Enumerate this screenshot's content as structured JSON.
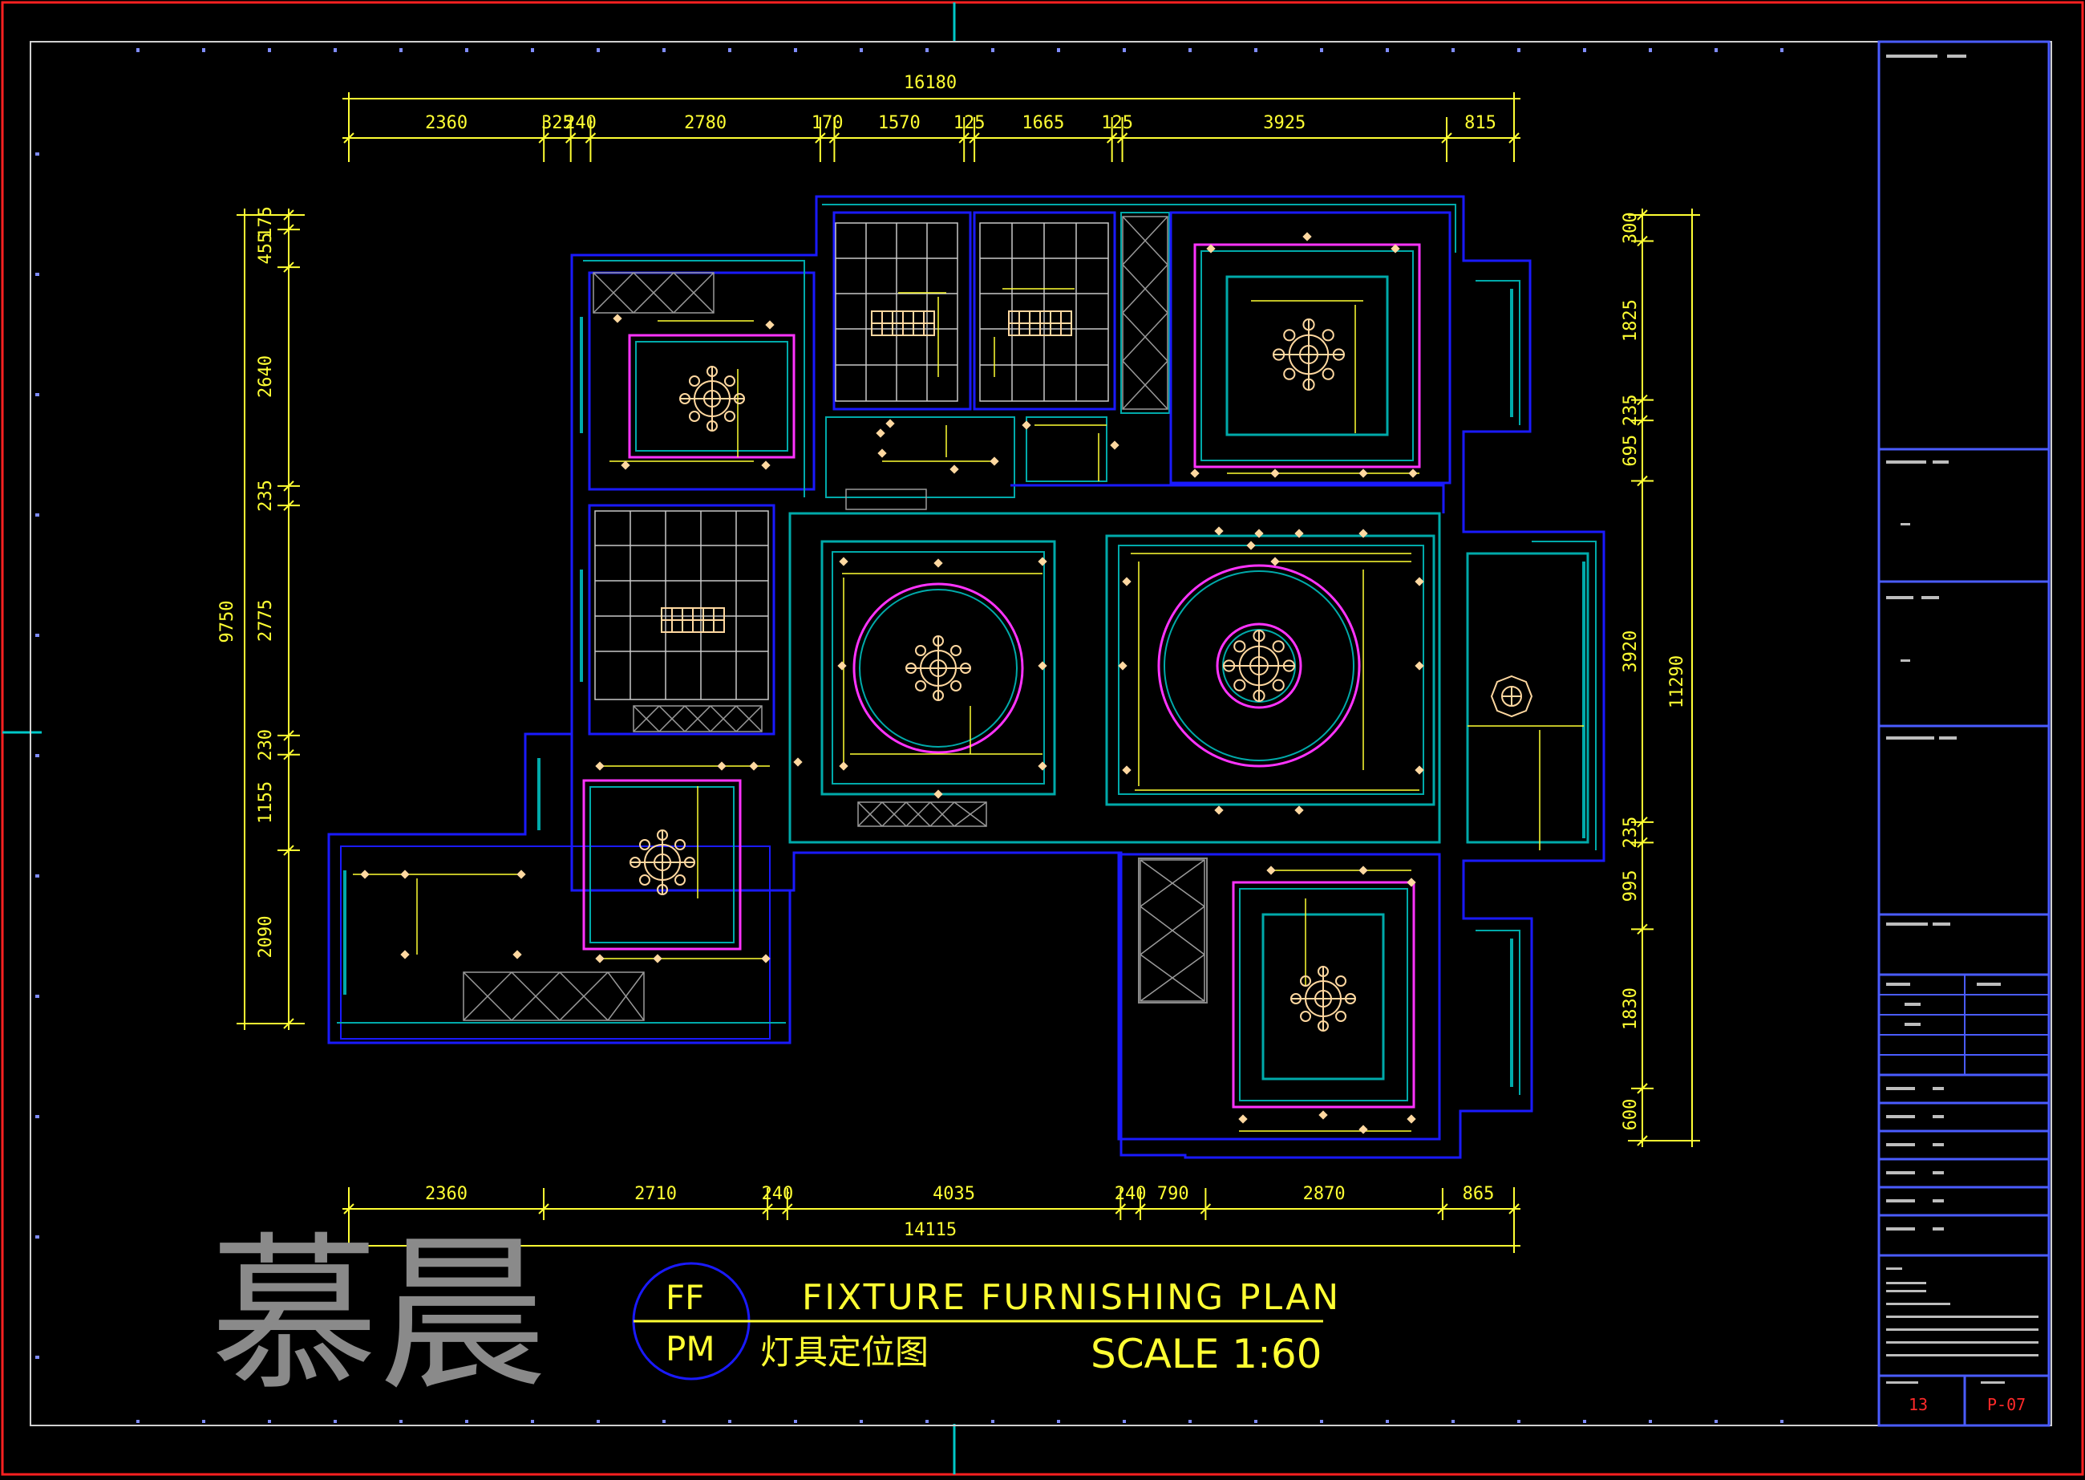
{
  "drawing": {
    "title_en": "FIXTURE FURNISHING PLAN",
    "title_cn": "灯具定位图",
    "scale": "SCALE 1:60",
    "badge_top": "FF",
    "badge_bottom": "PM",
    "watermark": "慕晨"
  },
  "dimensions": {
    "top_overall": "16180",
    "top_segments": [
      "2360",
      "325",
      "240",
      "2780",
      "170",
      "1570",
      "125",
      "1665",
      "125",
      "3925",
      "815"
    ],
    "bottom_overall": "14115",
    "bottom_segments": [
      "2360",
      "2710",
      "240",
      "4035",
      "240",
      "790",
      "2870",
      "865"
    ],
    "left_overall": "9750",
    "left_segments": [
      "175",
      "455",
      "2640",
      "235",
      "2775",
      "230",
      "1155",
      "2090"
    ],
    "right_overall": "11290",
    "right_segments": [
      "300",
      "1825",
      "235",
      "695",
      "3920",
      "235",
      "995",
      "1830",
      "600"
    ]
  },
  "title_block": {
    "page_no": "13",
    "sheet_no": "P-07"
  },
  "colors": {
    "border": "#ff2020",
    "frame": "#4a5cff",
    "wall": "#1a1aff",
    "ceiling": "#00aaaa",
    "trim": "#ff33ff",
    "dimension": "#ffff33",
    "tile": "#c8c8c8",
    "fixture": "#ffd8a0"
  }
}
